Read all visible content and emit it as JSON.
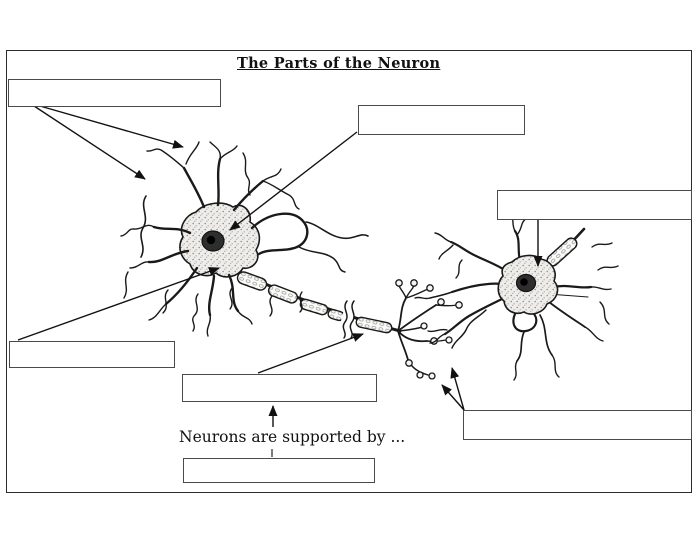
{
  "title": "The Parts of the Neuron",
  "caption": "Neurons are supported by ...",
  "answer_boxes": [
    {
      "id": "top-left",
      "value": ""
    },
    {
      "id": "top-middle",
      "value": ""
    },
    {
      "id": "right",
      "value": ""
    },
    {
      "id": "middle-left",
      "value": ""
    },
    {
      "id": "bottom-middle",
      "value": ""
    },
    {
      "id": "bottom-right",
      "value": ""
    },
    {
      "id": "bottom-center",
      "value": ""
    }
  ],
  "colors": {
    "ink": "#1a1a1a",
    "paper": "#ffffff",
    "box_border": "#4a4a4a"
  }
}
